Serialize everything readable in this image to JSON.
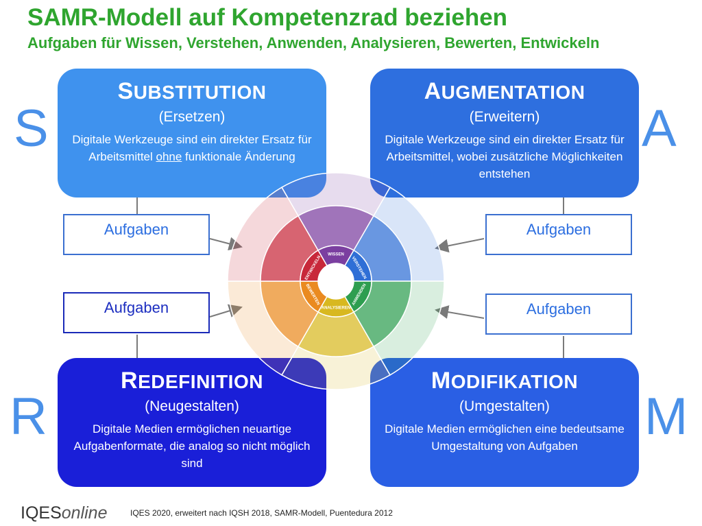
{
  "header": {
    "title": "SAMR-Modell auf Kompetenzrad beziehen",
    "subtitle": "Aufgaben für Wissen, Verstehen, Anwenden, Analysieren, Bewerten, Entwickeln"
  },
  "letters": {
    "s": "S",
    "a": "A",
    "r": "R",
    "m": "M"
  },
  "stages": {
    "substitution": {
      "first": "S",
      "rest": "UBSTITUTION",
      "sub": "(Ersetzen)",
      "desc_a": "Digitale Werkzeuge sind ein direkter Ersatz für Arbeitsmittel ",
      "desc_u": "ohne",
      "desc_b": " funktionale Änderung"
    },
    "augmentation": {
      "first": "A",
      "rest": "UGMENTATION",
      "sub": "(Erweitern)",
      "desc": "Digitale Werkzeuge sind ein direkter Ersatz für Arbeitsmittel, wobei zusätzliche Möglichkeiten entstehen"
    },
    "redefinition": {
      "first": "R",
      "rest": "EDEFINITION",
      "sub": "(Neugestalten)",
      "desc": "Digitale Medien ermöglichen neuartige Aufgabenformate, die analog so nicht möglich sind"
    },
    "modifikation": {
      "first": "M",
      "rest": "ODIFIKATION",
      "sub": "(Umgestalten)",
      "desc": "Digitale Medien ermöglichen eine bedeutsame Umgestaltung von Aufgaben"
    }
  },
  "tasks": {
    "top_left": "Aufgaben",
    "top_right": "Aufgaben",
    "bottom_left": "Aufgaben",
    "bottom_right": "Aufgaben"
  },
  "wheel": {
    "segments": [
      {
        "label": "WISSEN",
        "color": "#7b3fa0"
      },
      {
        "label": "VERSTEHEN",
        "color": "#2f6fd6"
      },
      {
        "label": "ANWENDEN",
        "color": "#2e9e50"
      },
      {
        "label": "ANALYSIEREN",
        "color": "#d8b820"
      },
      {
        "label": "BEWERTEN",
        "color": "#ea8a20"
      },
      {
        "label": "ENTWICKELN",
        "color": "#c8283a"
      }
    ]
  },
  "footer": {
    "logo_main": "IQES",
    "logo_online": "online",
    "note": "IQES 2020, erweitert nach IQSH 2018, SAMR-Modell, Puentedura 2012"
  }
}
